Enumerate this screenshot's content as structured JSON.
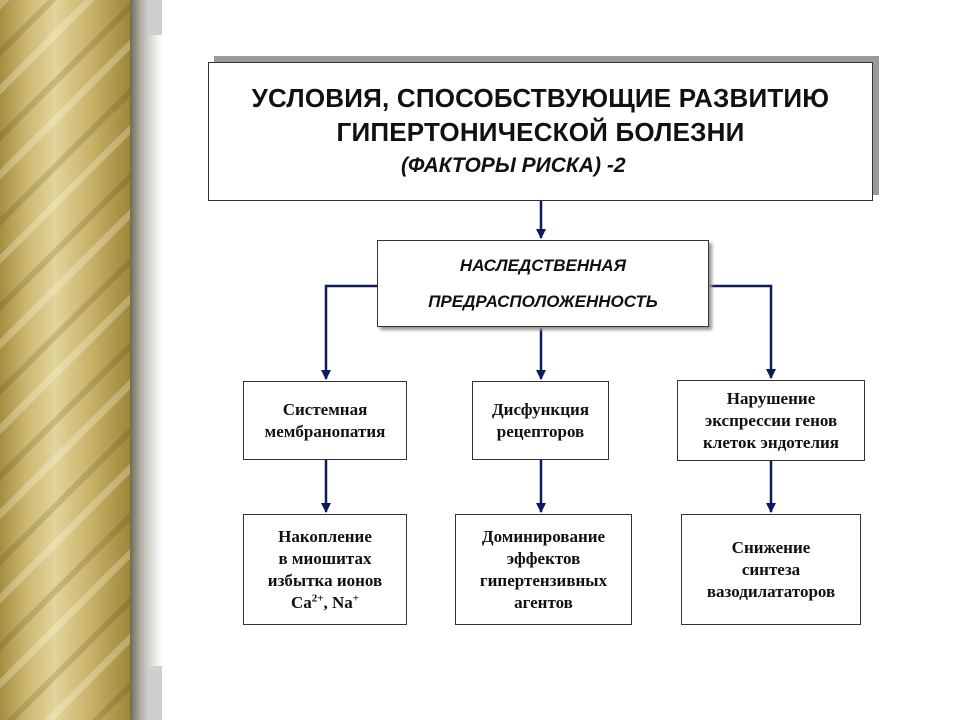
{
  "title": {
    "line1": "УСЛОВИЯ, СПОСОБСТВУЮЩИЕ РАЗВИТИЮ",
    "line2": "ГИПЕРТОНИЧЕСКОЙ  БОЛЕЗНИ",
    "line3": "(ФАКТОРЫ  РИСКА) -2"
  },
  "heredity": {
    "line1": "НАСЛЕДСТВЕННАЯ",
    "line2": "ПРЕДРАСПОЛОЖЕННОСТЬ"
  },
  "mechanisms": [
    {
      "line1": "Системная",
      "line2": "мембранопатия"
    },
    {
      "line1": "Дисфункция",
      "line2": "рецепторов"
    },
    {
      "line1": "Нарушение",
      "line2": "экспрессии генов",
      "line3": "клеток эндотелия"
    }
  ],
  "consequences": [
    {
      "line1": "Накопление",
      "line2": "в миошитах",
      "line3": "избытка ионов",
      "ion1": "Ca",
      "ion1_charge": "2+",
      "sep": ", ",
      "ion2": "Na",
      "ion2_charge": "+"
    },
    {
      "line1": "Доминирование",
      "line2": "эффектов",
      "line3": "гипертензивных",
      "line4": "агентов"
    },
    {
      "line1": "Снижение",
      "line2": "синтеза",
      "line3": "вазодилататоров"
    }
  ],
  "colors": {
    "arrow": "#0b1a5c",
    "border": "#333333",
    "title_shadow": "#9a9a9a",
    "strip_gold": "#cbb66f"
  }
}
